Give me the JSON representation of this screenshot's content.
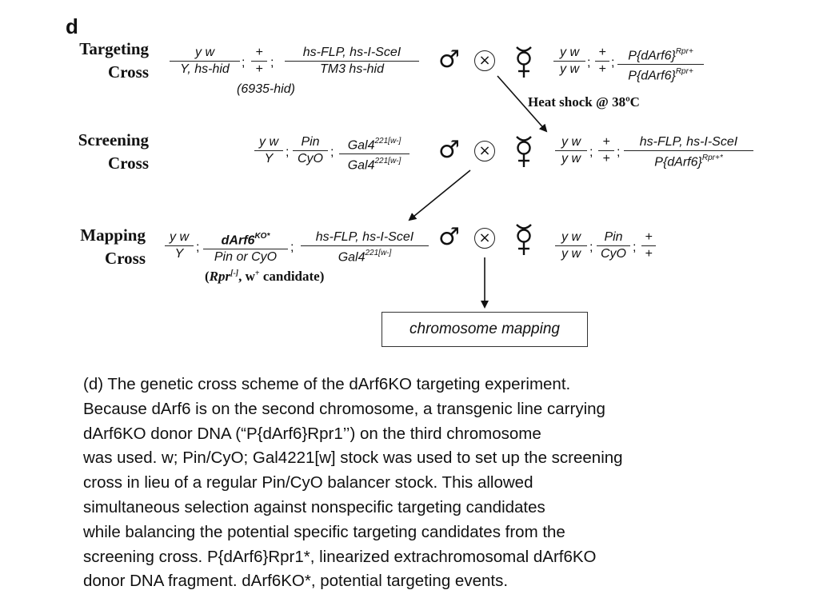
{
  "panel_letter": "d",
  "rows": {
    "targeting": {
      "label_line1": "Targeting",
      "label_line2": "Cross",
      "male": {
        "f1_num": "y w",
        "f1_den": "Y, hs-hid",
        "f2_num": "+",
        "f2_den": "+",
        "f3_num": "hs-FLP, hs-I-SceI",
        "f3_den": "TM3  hs-hid",
        "note": "(6935-hid)"
      },
      "female": {
        "f1_num": "y w",
        "f1_den": "y w",
        "f2_num": "+",
        "f2_den": "+",
        "f3_num": "P{dArf6}",
        "f3_num_sup": "Rpr+",
        "f3_den": "P{dArf6}",
        "f3_den_sup": "Rpr+"
      }
    },
    "heat_shock": "Heat shock @ 38ºC",
    "screening": {
      "label_line1": "Screening",
      "label_line2": "Cross",
      "male": {
        "f1_num": "y w",
        "f1_den": "Y",
        "f2_num": "Pin",
        "f2_den": "CyO",
        "f3_num": "Gal4",
        "f3_num_sup": "221[w-]",
        "f3_den": "Gal4",
        "f3_den_sup": "221[w-]"
      },
      "female": {
        "f1_num": "y w",
        "f1_den": "y w",
        "f2_num": "+",
        "f2_den": "+",
        "f3_num": "hs-FLP, hs-I-SceI",
        "f3_den": "P{dArf6}",
        "f3_den_sup": "Rpr+*"
      }
    },
    "mapping": {
      "label_line1": "Mapping",
      "label_line2": "Cross",
      "male": {
        "f1_num": "y w",
        "f1_den": "Y",
        "f2_num": "dArf6",
        "f2_num_sup": "KO*",
        "f2_den": "Pin or CyO",
        "f3_num": "hs-FLP, hs-I-SceI",
        "f3_den": "Gal4",
        "f3_den_sup": "221[w-]"
      },
      "female": {
        "f1_num": "y w",
        "f1_den": "y w",
        "f2_num": "Pin",
        "f2_den": "CyO",
        "f3_num": "+",
        "f3_den": "+"
      },
      "candidate_prefix": "(",
      "candidate_rpr": "Rpr",
      "candidate_sup": "[-]",
      "candidate_suffix": ", w",
      "candidate_plus": "+",
      "candidate_end": " candidate)"
    }
  },
  "symbols": {
    "male": "♂",
    "female": "☿",
    "cross": "×"
  },
  "result_box": "chromosome mapping",
  "caption_lines": [
    "(d) The genetic cross scheme of the dArf6KO targeting experiment.",
    "Because dArf6 is on the second chromosome, a transgenic line carrying",
    "dArf6KO donor DNA (“P{dArf6}Rpr1’’) on the third chromosome",
    "was used. w; Pin/CyO; Gal4221[w] stock was used to set up the screening",
    "cross in lieu of a regular Pin/CyO balancer stock. This allowed",
    "simultaneous selection against nonspecific targeting candidates",
    "while balancing the potential specific targeting candidates from the",
    "screening cross. P{dArf6}Rpr1*, linearized extrachromosomal dArf6KO",
    "donor DNA fragment. dArf6KO*, potential targeting events."
  ]
}
